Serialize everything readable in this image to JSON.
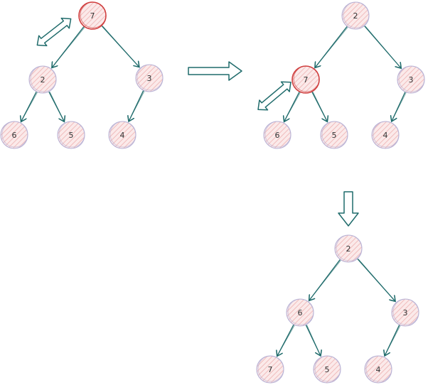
{
  "colors": {
    "edge": "#1f6b6b",
    "node_fill": "#f7d6d6",
    "node_stroke": "#b9b3d6",
    "highlight_stroke": "#d04040",
    "label": "#333333"
  },
  "stages": [
    {
      "nodes": [
        {
          "id": "a",
          "label": "7",
          "highlight": true
        },
        {
          "id": "b",
          "label": "2",
          "highlight": false
        },
        {
          "id": "c",
          "label": "3",
          "highlight": false
        },
        {
          "id": "d",
          "label": "6",
          "highlight": false
        },
        {
          "id": "e",
          "label": "5",
          "highlight": false
        },
        {
          "id": "f",
          "label": "4",
          "highlight": false
        }
      ],
      "edges": [
        [
          "a",
          "b"
        ],
        [
          "a",
          "c"
        ],
        [
          "b",
          "d"
        ],
        [
          "b",
          "e"
        ],
        [
          "c",
          "f"
        ]
      ]
    },
    {
      "nodes": [
        {
          "id": "a",
          "label": "2",
          "highlight": false
        },
        {
          "id": "b",
          "label": "7",
          "highlight": true
        },
        {
          "id": "c",
          "label": "3",
          "highlight": false
        },
        {
          "id": "d",
          "label": "6",
          "highlight": false
        },
        {
          "id": "e",
          "label": "5",
          "highlight": false
        },
        {
          "id": "f",
          "label": "4",
          "highlight": false
        }
      ],
      "edges": [
        [
          "a",
          "b"
        ],
        [
          "a",
          "c"
        ],
        [
          "b",
          "d"
        ],
        [
          "b",
          "e"
        ],
        [
          "c",
          "f"
        ]
      ]
    },
    {
      "nodes": [
        {
          "id": "a",
          "label": "2",
          "highlight": false
        },
        {
          "id": "b",
          "label": "6",
          "highlight": false
        },
        {
          "id": "c",
          "label": "3",
          "highlight": false
        },
        {
          "id": "d",
          "label": "7",
          "highlight": false
        },
        {
          "id": "e",
          "label": "5",
          "highlight": false
        },
        {
          "id": "f",
          "label": "4",
          "highlight": false
        }
      ],
      "edges": [
        [
          "a",
          "b"
        ],
        [
          "a",
          "c"
        ],
        [
          "b",
          "d"
        ],
        [
          "b",
          "e"
        ],
        [
          "c",
          "f"
        ]
      ]
    }
  ],
  "icons": [
    "swap-arrow-icon",
    "right-arrow-icon",
    "swap-arrow-icon",
    "down-arrow-icon"
  ]
}
